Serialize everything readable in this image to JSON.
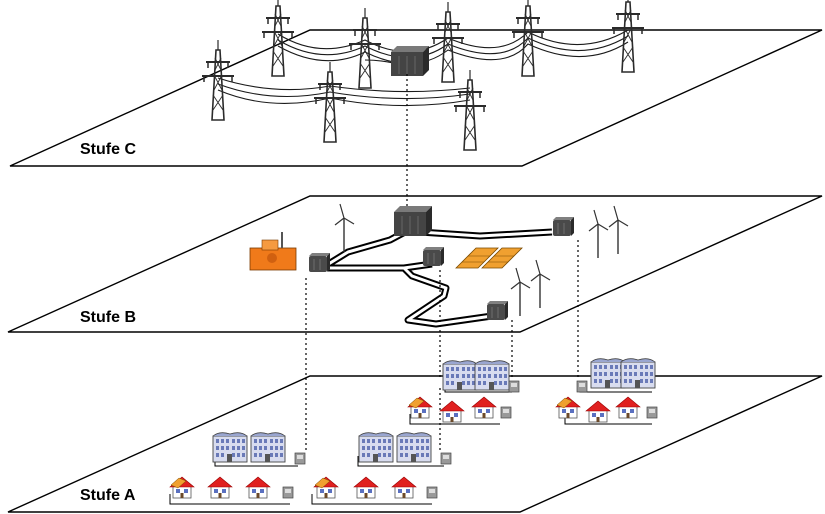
{
  "levels": {
    "c": {
      "label": "Stufe C"
    },
    "b": {
      "label": "Stufe B"
    },
    "a": {
      "label": "Stufe A"
    }
  },
  "colors": {
    "plane_fill": "#ffffff",
    "plane_stroke": "#000000",
    "tower": "#2b2b2b",
    "transformer_dark": "#444444",
    "transformer_top": "#7a7a7a",
    "cable_outer": "#000000",
    "cable_inner": "#ffffff",
    "biogas": "#f07a1a",
    "solar": "#f0a030",
    "house_roof": "#e02020",
    "house_wall": "#ffffff",
    "building": "#8090c0",
    "dotted_link": "#000000"
  },
  "icons": [
    "transmission-tower-icon",
    "transformer-icon",
    "wind-turbine-icon",
    "solar-panel-icon",
    "biogas-plant-icon",
    "house-icon",
    "apartment-building-icon",
    "meter-box-icon"
  ]
}
